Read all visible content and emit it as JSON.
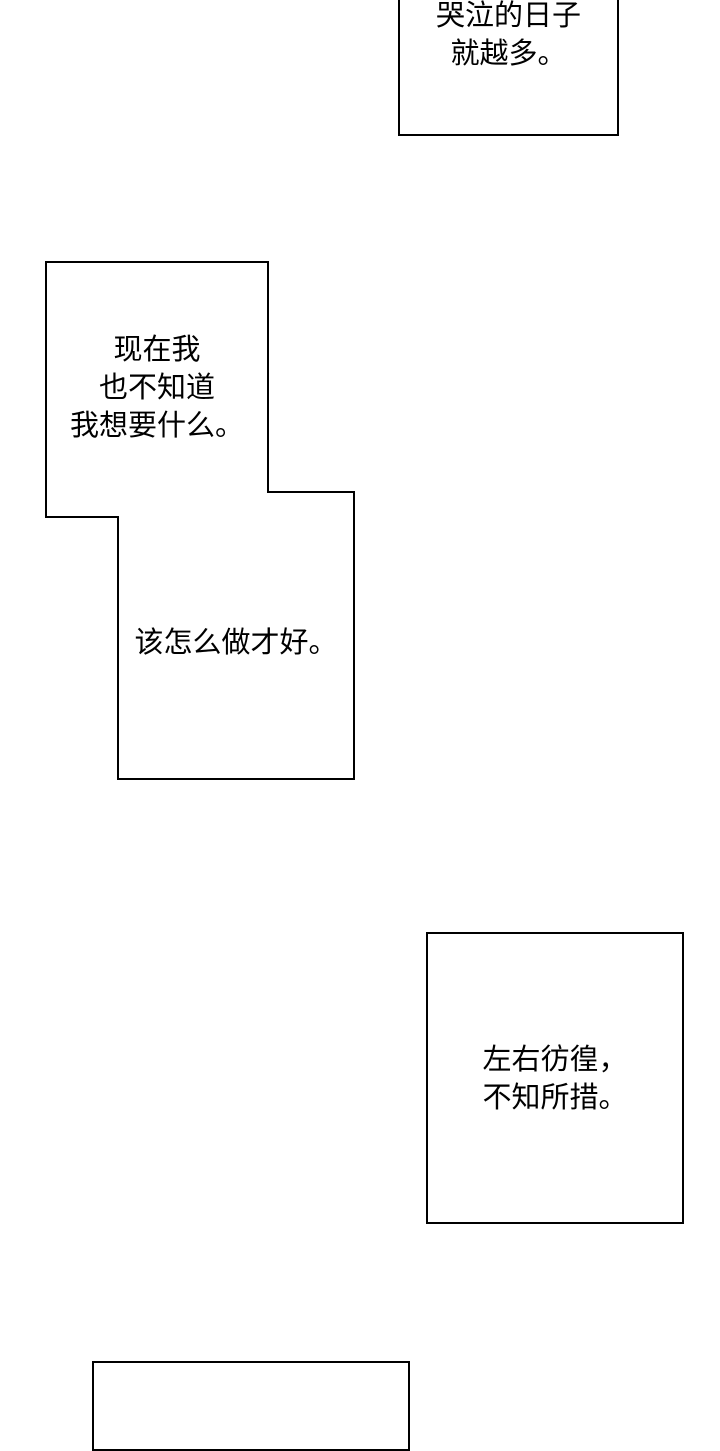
{
  "panels": {
    "top_right": {
      "lines": [
        "哭泣的日子",
        "就越多。"
      ]
    },
    "notched": {
      "upper_lines": [
        "现在我",
        "也不知道",
        "我想要什么。"
      ],
      "lower_lines": [
        "该怎么做才好。"
      ]
    },
    "middle_right": {
      "lines": [
        "左右彷徨，",
        "不知所措。"
      ]
    },
    "bottom": {
      "lines": []
    }
  },
  "colors": {
    "ink": "#000000",
    "paper": "#ffffff"
  }
}
